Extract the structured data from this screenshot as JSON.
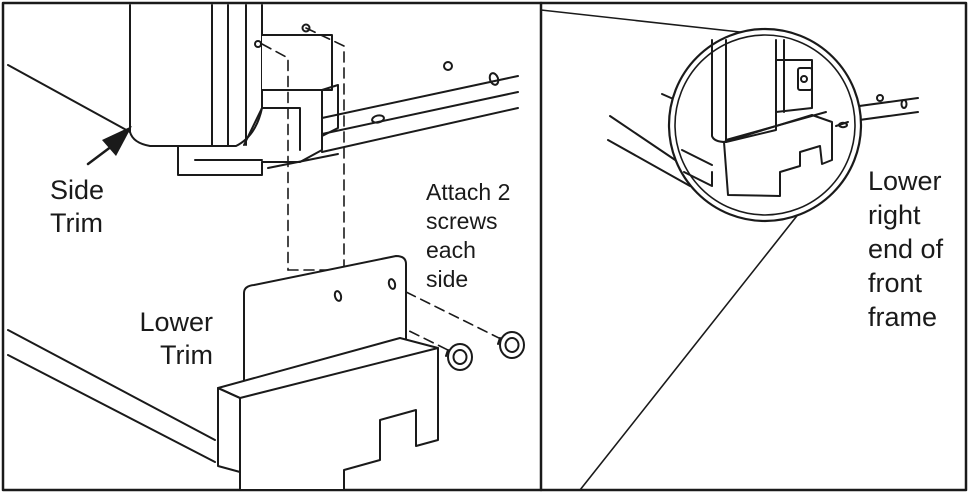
{
  "colors": {
    "stroke": "#1a1a1a",
    "background": "#ffffff",
    "fill": "#ffffff"
  },
  "labels": {
    "side_trim": [
      "Side",
      "Trim"
    ],
    "attach_screws": [
      "Attach 2",
      "screws",
      "each",
      "side"
    ],
    "lower_trim": [
      "Lower",
      "Trim"
    ],
    "lower_right_end": [
      "Lower",
      "right",
      "end of",
      "front",
      "frame"
    ]
  }
}
